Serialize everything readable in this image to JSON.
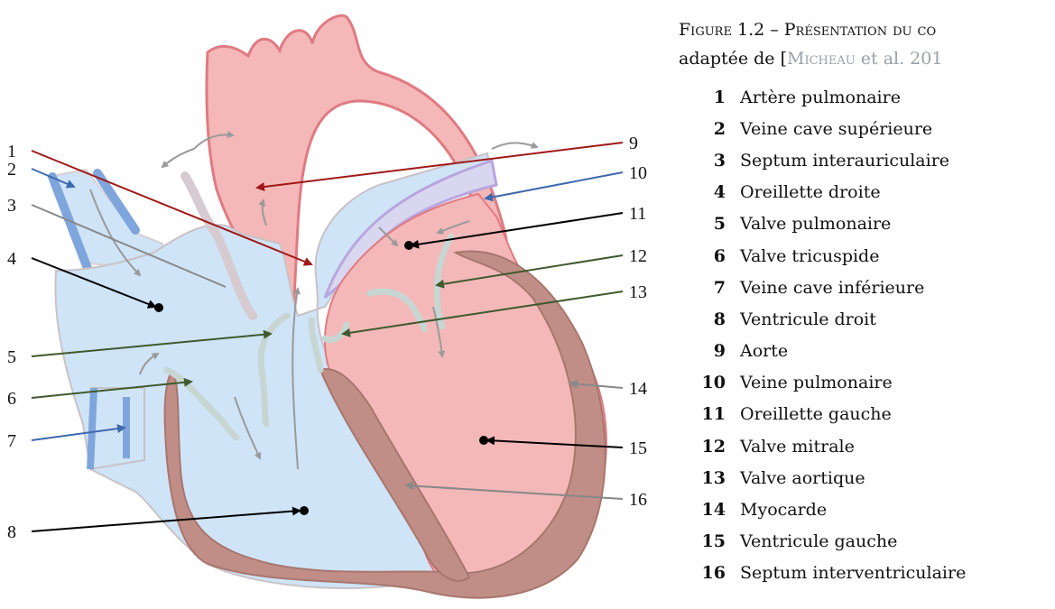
{
  "caption": {
    "prefix": "Figure 1.2 – Présentation du co",
    "source_prefix": "adaptée de [",
    "source_author": "Micheau",
    "source_suffix": " et al. 201"
  },
  "legend": [
    {
      "num": "1",
      "label": "Artère pulmonaire"
    },
    {
      "num": "2",
      "label": "Veine cave supérieure"
    },
    {
      "num": "3",
      "label": "Septum interauriculaire"
    },
    {
      "num": "4",
      "label": "Oreillette droite"
    },
    {
      "num": "5",
      "label": "Valve pulmonaire"
    },
    {
      "num": "6",
      "label": "Valve tricuspide"
    },
    {
      "num": "7",
      "label": "Veine cave inférieure"
    },
    {
      "num": "8",
      "label": "Ventricule droit"
    },
    {
      "num": "9",
      "label": "Aorte"
    },
    {
      "num": "10",
      "label": "Veine pulmonaire"
    },
    {
      "num": "11",
      "label": "Oreillette gauche"
    },
    {
      "num": "12",
      "label": "Valve mitrale"
    },
    {
      "num": "13",
      "label": "Valve aortique"
    },
    {
      "num": "14",
      "label": "Myocarde"
    },
    {
      "num": "15",
      "label": "Ventricule gauche"
    },
    {
      "num": "16",
      "label": "Septum interventriculaire"
    }
  ],
  "colors": {
    "oxygen_poor_blood": "#cfe4f7",
    "oxygen_rich_blood": "#f4b8b8",
    "vessel_wall_blue": "#7fa6dc",
    "vessel_wall_red": "#e07a82",
    "myocardium": "#c08e86",
    "valve": "#c7d6d2",
    "pointer_red": "#a01818",
    "pointer_blue": "#3f68ad",
    "pointer_green": "#3f5a2e",
    "pointer_black": "#000000",
    "pointer_gray": "#888888"
  }
}
